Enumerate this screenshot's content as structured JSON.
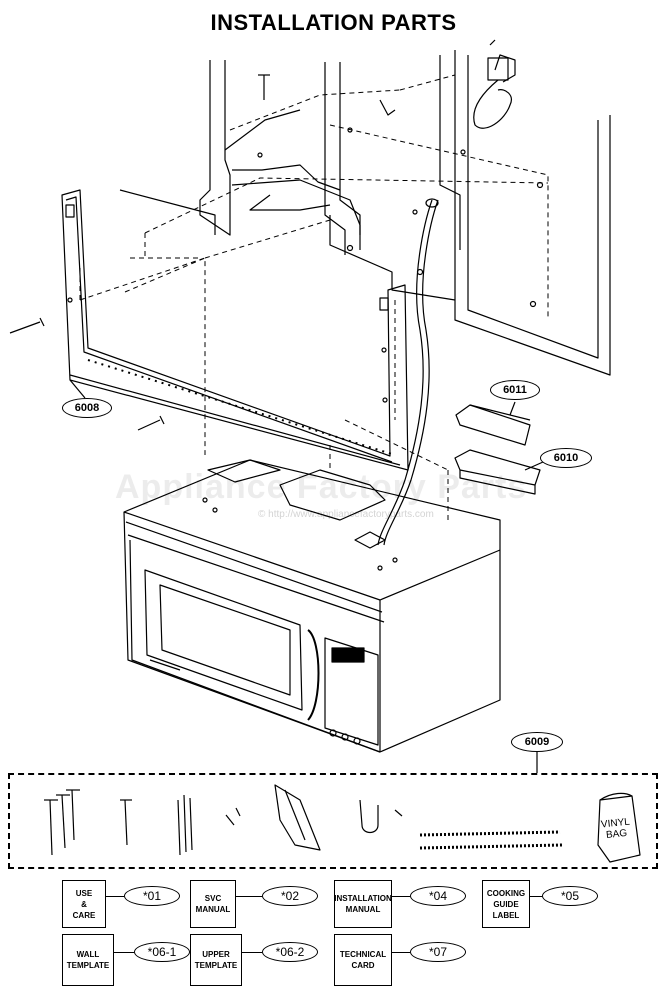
{
  "title": "INSTALLATION PARTS",
  "watermark": {
    "text": "Appliance Factory Parts",
    "url": "© http://www.appliancefactoryparts.com"
  },
  "callouts": {
    "p6008": "6008",
    "p6011": "6011",
    "p6010": "6010",
    "p6009": "6009"
  },
  "vinyl_bag_label": "VINYL\nBAG",
  "documents": [
    {
      "label": "USE\n&\nCARE",
      "code": "*01"
    },
    {
      "label": "SVC\nMANUAL",
      "code": "*02"
    },
    {
      "label": "INSTALLATION\nMANUAL",
      "code": "*04"
    },
    {
      "label": "COOKING\nGUIDE\nLABEL",
      "code": "*05"
    },
    {
      "label": "WALL\nTEMPLATE",
      "code": "*06-1"
    },
    {
      "label": "UPPER\nTEMPLATE",
      "code": "*06-2"
    },
    {
      "label": "TECHNICAL\nCARD",
      "code": "*07"
    }
  ]
}
